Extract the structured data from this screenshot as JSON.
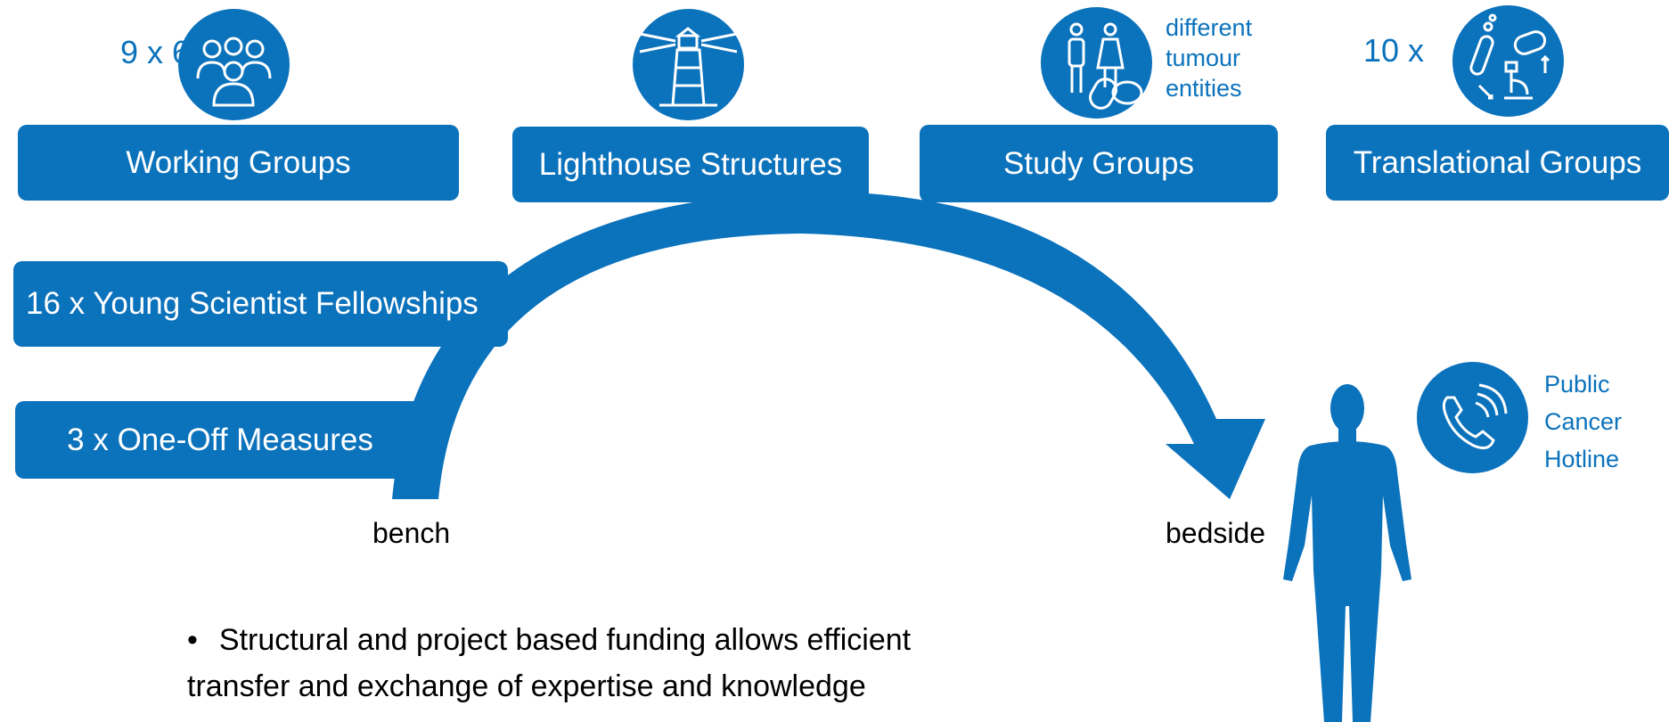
{
  "boxes": {
    "working_groups": "Working Groups",
    "lighthouse_structures": "Lighthouse Structures",
    "study_groups": "Study Groups",
    "translational_groups": "Translational Groups",
    "fellowships": "16 x Young Scientist Fellowships",
    "one_off": "3 x One-Off Measures"
  },
  "counts": {
    "working_groups_prefix": "9 x 6",
    "translational_prefix": "10 x"
  },
  "study_groups_note": [
    "different",
    "tumour",
    "entities"
  ],
  "hotline": [
    "Public",
    "Cancer",
    "Hotline"
  ],
  "labels": {
    "bench": "bench",
    "bedside": "bedside"
  },
  "bullet": {
    "symbol": "•",
    "line1": "Structural and project based funding allows efficient",
    "line2": "transfer and exchange of expertise and knowledge"
  },
  "icons": {
    "working_groups": "people-group-icon",
    "lighthouse": "lighthouse-icon",
    "study_groups": "patients-pills-icon",
    "translational": "lab-cycle-icon",
    "hotline": "phone-icon",
    "person": "human-figure-icon",
    "arc": "curved-arrow"
  },
  "colors": {
    "accent": "#0b72bc",
    "text": "#000000",
    "background": "#ffffff"
  }
}
